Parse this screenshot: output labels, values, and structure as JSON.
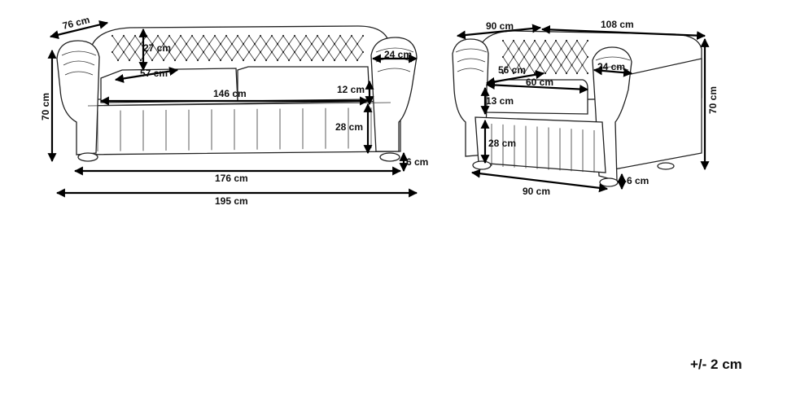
{
  "sofa": {
    "depth": "76 cm",
    "back_height": "27 cm",
    "seat_depth": "57 cm",
    "arm_width": "24 cm",
    "seat_width": "146 cm",
    "cushion_height": "12 cm",
    "total_height": "70 cm",
    "seat_height": "28 cm",
    "leg_height": "6 cm",
    "inner_width": "176 cm",
    "total_width": "195 cm"
  },
  "armchair": {
    "depth": "90 cm",
    "side_depth": "108 cm",
    "total_height": "70 cm",
    "seat_depth": "56 cm",
    "seat_width": "60 cm",
    "arm_width": "24 cm",
    "cushion_height": "13 cm",
    "seat_height": "28 cm",
    "width": "90 cm",
    "leg_height": "6 cm"
  },
  "tolerance": "+/- 2 cm",
  "colors": {
    "line": "#222222",
    "dimension": "#000000",
    "background": "#ffffff"
  }
}
